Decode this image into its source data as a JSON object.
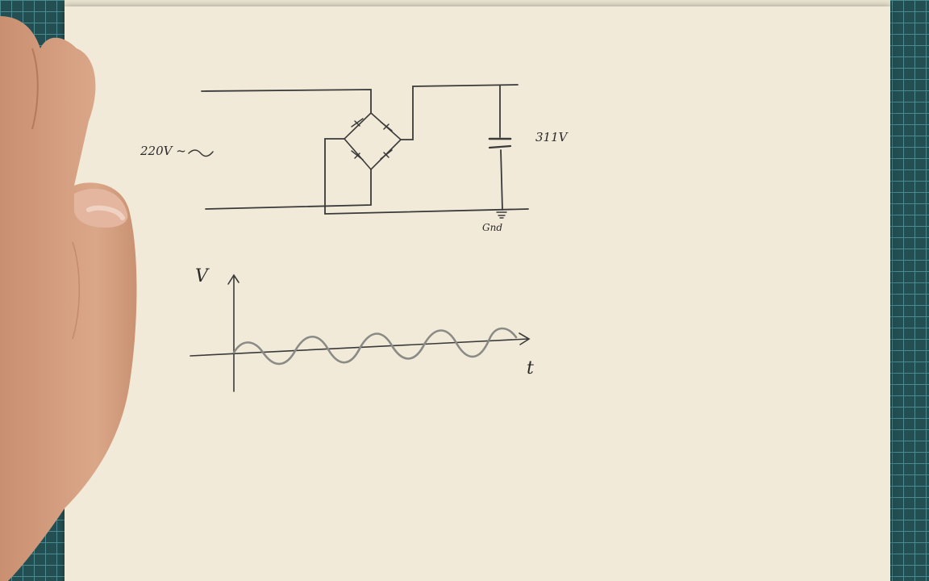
{
  "labels": {
    "input_voltage": "220V ~",
    "output_voltage": "311V",
    "ground": "Gnd",
    "axis_v": "V",
    "axis_t": "t"
  },
  "colors": {
    "ink": "#3a3a3a",
    "paper": "#f1ead8",
    "mat": "#234f52",
    "wave": "#8a8a86"
  }
}
